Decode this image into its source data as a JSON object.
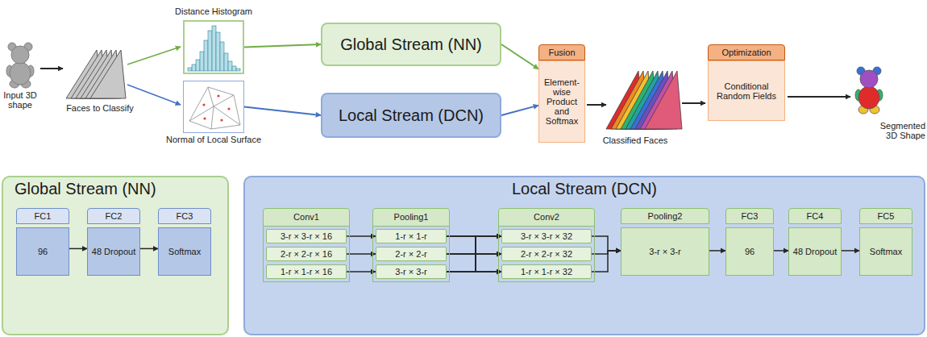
{
  "diagram": {
    "nodes": [
      {
        "text": [
          "Distance Histogram"
        ]
      },
      {
        "text": [
          "Normal of Local Surface"
        ]
      },
      {
        "text": [
          "Global Stream (NN)"
        ]
      },
      {
        "text": [
          "Local Stream (DCN)"
        ]
      },
      {
        "text": [
          "Fusion",
          "Element-wise Product and Softmax"
        ]
      },
      {
        "text": [
          "Optimization",
          "Conditional Random Fields"
        ]
      },
      {
        "text": [
          "Global Stream (NN)"
        ]
      },
      {
        "text": [
          "FC1",
          "96"
        ],
        "in": 6
      },
      {
        "text": [
          "FC2",
          "48 Dropout"
        ],
        "in": 6
      },
      {
        "text": [
          "FC3",
          "Softmax"
        ],
        "in": 6
      },
      {
        "text": [
          "Local Stream (DCN)"
        ]
      },
      {
        "text": [
          "Conv1"
        ],
        "in": 10
      },
      {
        "text": [
          "3-r × 3-r × 16"
        ],
        "in": 11
      },
      {
        "text": [
          "2-r × 2-r × 16"
        ],
        "in": 11
      },
      {
        "text": [
          "1-r × 1-r × 16"
        ],
        "in": 11
      },
      {
        "text": [
          "Pooling1"
        ],
        "in": 10
      },
      {
        "text": [
          "1-r × 1-r"
        ],
        "in": 15
      },
      {
        "text": [
          "2-r × 2-r"
        ],
        "in": 15
      },
      {
        "text": [
          "3-r × 3-r"
        ],
        "in": 15
      },
      {
        "text": [
          "Conv2"
        ],
        "in": 10
      },
      {
        "text": [
          "3-r × 3-r × 32"
        ],
        "in": 19
      },
      {
        "text": [
          "2-r × 2-r × 32"
        ],
        "in": 19
      },
      {
        "text": [
          "1-r × 1-r × 32"
        ],
        "in": 19
      },
      {
        "text": [
          "Pooling2",
          "3-r × 3-r"
        ],
        "in": 10
      },
      {
        "text": [
          "FC3",
          "96"
        ],
        "in": 10
      },
      {
        "text": [
          "FC4",
          "48 Dropout"
        ],
        "in": 10
      },
      {
        "text": [
          "FC5",
          "Softmax"
        ],
        "in": 10
      }
    ],
    "edges": [
      {
        "from": 0,
        "to": 2,
        "arrow": "to"
      },
      {
        "from": 1,
        "to": 3,
        "arrow": "to"
      },
      {
        "from": 2,
        "to": 4,
        "arrow": "to"
      },
      {
        "from": 3,
        "to": 4,
        "arrow": "to"
      },
      {
        "from": 7,
        "to": 8,
        "arrow": "to"
      },
      {
        "from": 8,
        "to": 9,
        "arrow": "to"
      },
      {
        "from": 12,
        "to": 16,
        "arrow": "to"
      },
      {
        "from": 13,
        "to": 17,
        "arrow": "to"
      },
      {
        "from": 14,
        "to": 18,
        "arrow": "to"
      },
      {
        "from": 16,
        "to": 20,
        "arrow": "to"
      },
      {
        "from": 16,
        "to": 21,
        "arrow": "to"
      },
      {
        "from": 16,
        "to": 22,
        "arrow": "to"
      },
      {
        "from": 17,
        "to": 20,
        "arrow": "to"
      },
      {
        "from": 17,
        "to": 21,
        "arrow": "to"
      },
      {
        "from": 17,
        "to": 22,
        "arrow": "to"
      },
      {
        "from": 18,
        "to": 20,
        "arrow": "to"
      },
      {
        "from": 18,
        "to": 21,
        "arrow": "to"
      },
      {
        "from": 18,
        "to": 22,
        "arrow": "to"
      },
      {
        "from": 20,
        "to": 23,
        "arrow": "to"
      },
      {
        "from": 21,
        "to": 23,
        "arrow": "to"
      },
      {
        "from": 22,
        "to": 23,
        "arrow": "to"
      },
      {
        "from": 23,
        "to": 24,
        "arrow": "to"
      },
      {
        "from": 24,
        "to": 25,
        "arrow": "to"
      },
      {
        "from": 25,
        "to": 26,
        "arrow": "to"
      }
    ],
    "labels": [
      "Input 3D shape",
      "Faces to Classify",
      "Classified Faces",
      "Segmented 3D Shape"
    ]
  }
}
